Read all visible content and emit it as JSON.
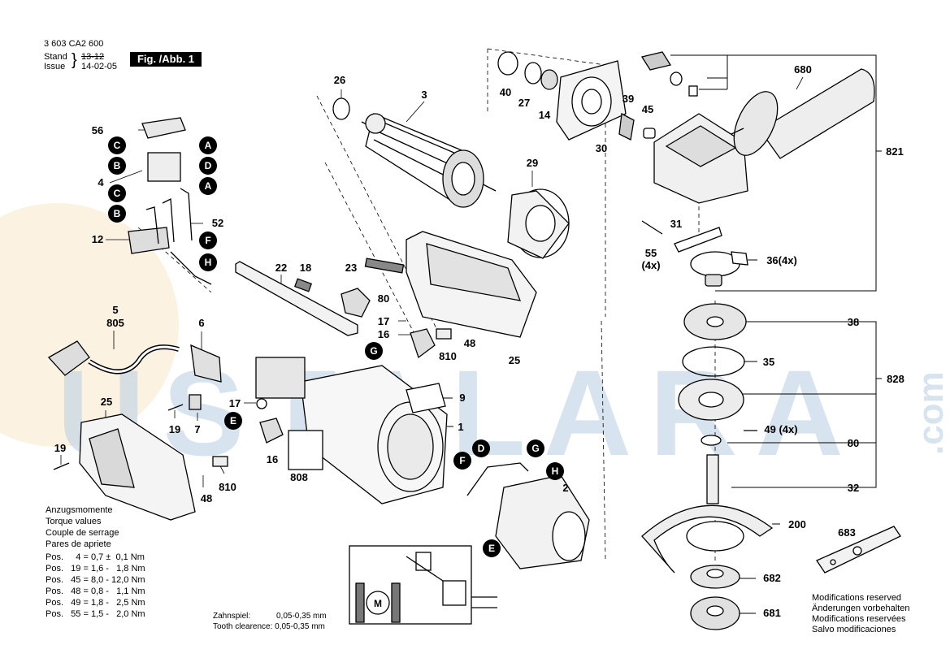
{
  "header": {
    "doc_number": "3 603 CA2 600",
    "stand_label": "Stand",
    "stand_value": "13-12",
    "issue_label": "Issue",
    "issue_value": "14-02-05",
    "figure_label": "Fig. /Abb. 1"
  },
  "watermark": {
    "main": "USTALARA",
    "suffix": ".com"
  },
  "part_labels": [
    {
      "id": "p26",
      "text": "26"
    },
    {
      "id": "p3",
      "text": "3"
    },
    {
      "id": "p40",
      "text": "40"
    },
    {
      "id": "p27",
      "text": "27"
    },
    {
      "id": "p14",
      "text": "14"
    },
    {
      "id": "p39",
      "text": "39"
    },
    {
      "id": "p45",
      "text": "45"
    },
    {
      "id": "p30",
      "text": "30"
    },
    {
      "id": "p680",
      "text": "680"
    },
    {
      "id": "p821",
      "text": "821"
    },
    {
      "id": "p56",
      "text": "56"
    },
    {
      "id": "p4",
      "text": "4"
    },
    {
      "id": "p52",
      "text": "52"
    },
    {
      "id": "p12",
      "text": "12"
    },
    {
      "id": "p29",
      "text": "29"
    },
    {
      "id": "p31",
      "text": "31"
    },
    {
      "id": "p55",
      "text": "55"
    },
    {
      "id": "p55x",
      "text": "(4x)"
    },
    {
      "id": "p36",
      "text": "36(4x)"
    },
    {
      "id": "p22",
      "text": "22"
    },
    {
      "id": "p18",
      "text": "18"
    },
    {
      "id": "p23",
      "text": "23"
    },
    {
      "id": "p80a",
      "text": "80"
    },
    {
      "id": "p5",
      "text": "5"
    },
    {
      "id": "p805",
      "text": "805"
    },
    {
      "id": "p6",
      "text": "6"
    },
    {
      "id": "p17a",
      "text": "17"
    },
    {
      "id": "p16a",
      "text": "16"
    },
    {
      "id": "p48a",
      "text": "48"
    },
    {
      "id": "p810a",
      "text": "810"
    },
    {
      "id": "p25a",
      "text": "25"
    },
    {
      "id": "p38",
      "text": "38"
    },
    {
      "id": "p35",
      "text": "35"
    },
    {
      "id": "p828",
      "text": "828"
    },
    {
      "id": "p9",
      "text": "9"
    },
    {
      "id": "p1",
      "text": "1"
    },
    {
      "id": "p25b",
      "text": "25"
    },
    {
      "id": "p17b",
      "text": "17"
    },
    {
      "id": "p19a",
      "text": "19"
    },
    {
      "id": "p7",
      "text": "7"
    },
    {
      "id": "p49",
      "text": "49 (4x)"
    },
    {
      "id": "p80b",
      "text": "80"
    },
    {
      "id": "p19b",
      "text": "19"
    },
    {
      "id": "p16b",
      "text": "16"
    },
    {
      "id": "p808",
      "text": "808"
    },
    {
      "id": "p810b",
      "text": "810"
    },
    {
      "id": "p48b",
      "text": "48"
    },
    {
      "id": "p2",
      "text": "2"
    },
    {
      "id": "p32",
      "text": "32"
    },
    {
      "id": "p200",
      "text": "200"
    },
    {
      "id": "p683",
      "text": "683"
    },
    {
      "id": "p682",
      "text": "682"
    },
    {
      "id": "p681",
      "text": "681"
    }
  ],
  "connector_labels": [
    {
      "id": "cC1",
      "text": "C"
    },
    {
      "id": "cA1",
      "text": "A"
    },
    {
      "id": "cB1",
      "text": "B"
    },
    {
      "id": "cD1",
      "text": "D"
    },
    {
      "id": "cC2",
      "text": "C"
    },
    {
      "id": "cA2",
      "text": "A"
    },
    {
      "id": "cB2",
      "text": "B"
    },
    {
      "id": "cF1",
      "text": "F"
    },
    {
      "id": "cH1",
      "text": "H"
    },
    {
      "id": "cG1",
      "text": "G"
    },
    {
      "id": "cE1",
      "text": "E"
    },
    {
      "id": "cD2",
      "text": "D"
    },
    {
      "id": "cG2",
      "text": "G"
    },
    {
      "id": "cF2",
      "text": "F"
    },
    {
      "id": "cH2",
      "text": "H"
    },
    {
      "id": "cE2",
      "text": "E"
    }
  ],
  "motor_symbol": "M",
  "torque": {
    "title_lines": [
      "Anzugsmomente",
      "Torque values",
      "Couple de serrage",
      "Pares de apriete"
    ],
    "rows": [
      "Pos.     4 = 0,7 ±  0,1 Nm",
      "Pos.   19 = 1,6 -   1,8 Nm",
      "Pos.   45 = 8,0 - 12,0 Nm",
      "Pos.   48 = 0,8 -   1,1 Nm",
      "Pos.   49 = 1,8 -   2,5 Nm",
      "Pos.   55 = 1,5 -   2,0 Nm"
    ]
  },
  "tooth_clearance": {
    "de_label": "Zahnspiel:",
    "de_value": "0,05-0,35 mm",
    "en": "Tooth clearence: 0,05-0,35 mm"
  },
  "modifications": [
    "Modifications reserved",
    "Änderungen vorbehalten",
    "Modifications reservées",
    "Salvo modificaciones"
  ]
}
